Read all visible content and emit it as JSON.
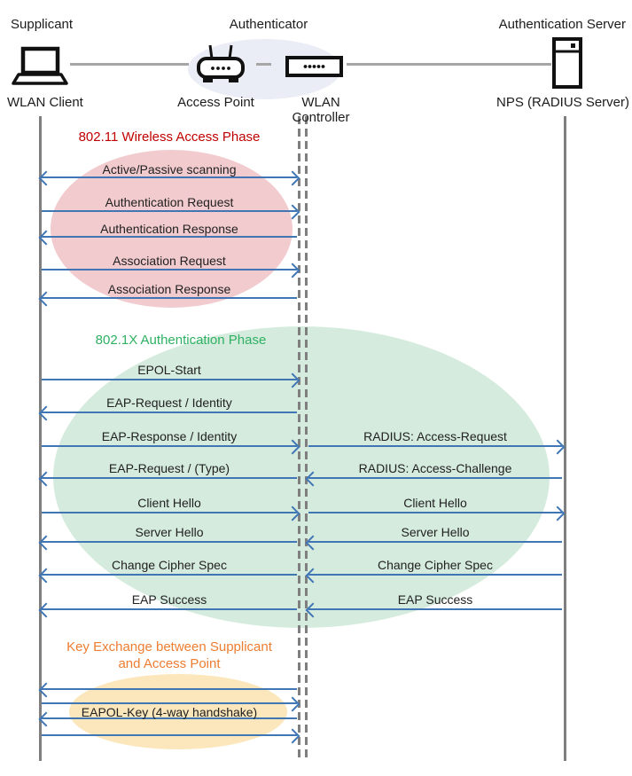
{
  "header": {
    "supplicant_role": "Supplicant",
    "authenticator_role": "Authenticator",
    "auth_server_role": "Authentication Server",
    "supplicant_name": "WLAN Client",
    "access_point_name": "Access Point",
    "controller_name": "WLAN Controller",
    "auth_server_name": "NPS (RADIUS Server)"
  },
  "colors": {
    "arrow_blue": "#4076B4",
    "lifeline_gray": "#7F7F7F",
    "wireless_title": "#C00000",
    "wireless_fill": "#F2CBCE",
    "dot1x_title": "#2EB162",
    "dot1x_fill": "#D5EBDE",
    "key_exchange_title": "#ED7D31",
    "key_exchange_fill": "#FBE7BB",
    "authenticator_fill": "#EAEDF5"
  },
  "phases": {
    "wireless": {
      "title": "802.11 Wireless Access Phase",
      "messages": [
        {
          "label": "Active/Passive scanning",
          "direction": "both"
        },
        {
          "label": "Authentication Request",
          "direction": "right"
        },
        {
          "label": "Authentication Response",
          "direction": "left"
        },
        {
          "label": "Association Request",
          "direction": "right"
        },
        {
          "label": "Association Response",
          "direction": "left"
        }
      ]
    },
    "dot1x": {
      "title": "802.1X Authentication Phase",
      "client_messages": [
        {
          "label": "EPOL-Start",
          "direction": "right"
        },
        {
          "label": "EAP-Request / Identity",
          "direction": "left"
        },
        {
          "label": "EAP-Response / Identity",
          "direction": "right"
        },
        {
          "label": "EAP-Request / (Type)",
          "direction": "left"
        },
        {
          "label": "Client Hello",
          "direction": "right"
        },
        {
          "label": "Server Hello",
          "direction": "left"
        },
        {
          "label": "Change Cipher Spec",
          "direction": "left"
        },
        {
          "label": "EAP Success",
          "direction": "left"
        }
      ],
      "server_messages": [
        {
          "label": "RADIUS: Access-Request",
          "direction": "right"
        },
        {
          "label": "RADIUS: Access-Challenge",
          "direction": "left"
        },
        {
          "label": "Client Hello",
          "direction": "right"
        },
        {
          "label": "Server Hello",
          "direction": "left"
        },
        {
          "label": "Change Cipher Spec",
          "direction": "left"
        },
        {
          "label": "EAP Success",
          "direction": "left"
        }
      ]
    },
    "key_exchange": {
      "title": "Key Exchange between Supplicant and Access Point",
      "label": "EAPOL-Key (4-way handshake)",
      "arrows": [
        "left",
        "right",
        "left",
        "right"
      ]
    }
  }
}
